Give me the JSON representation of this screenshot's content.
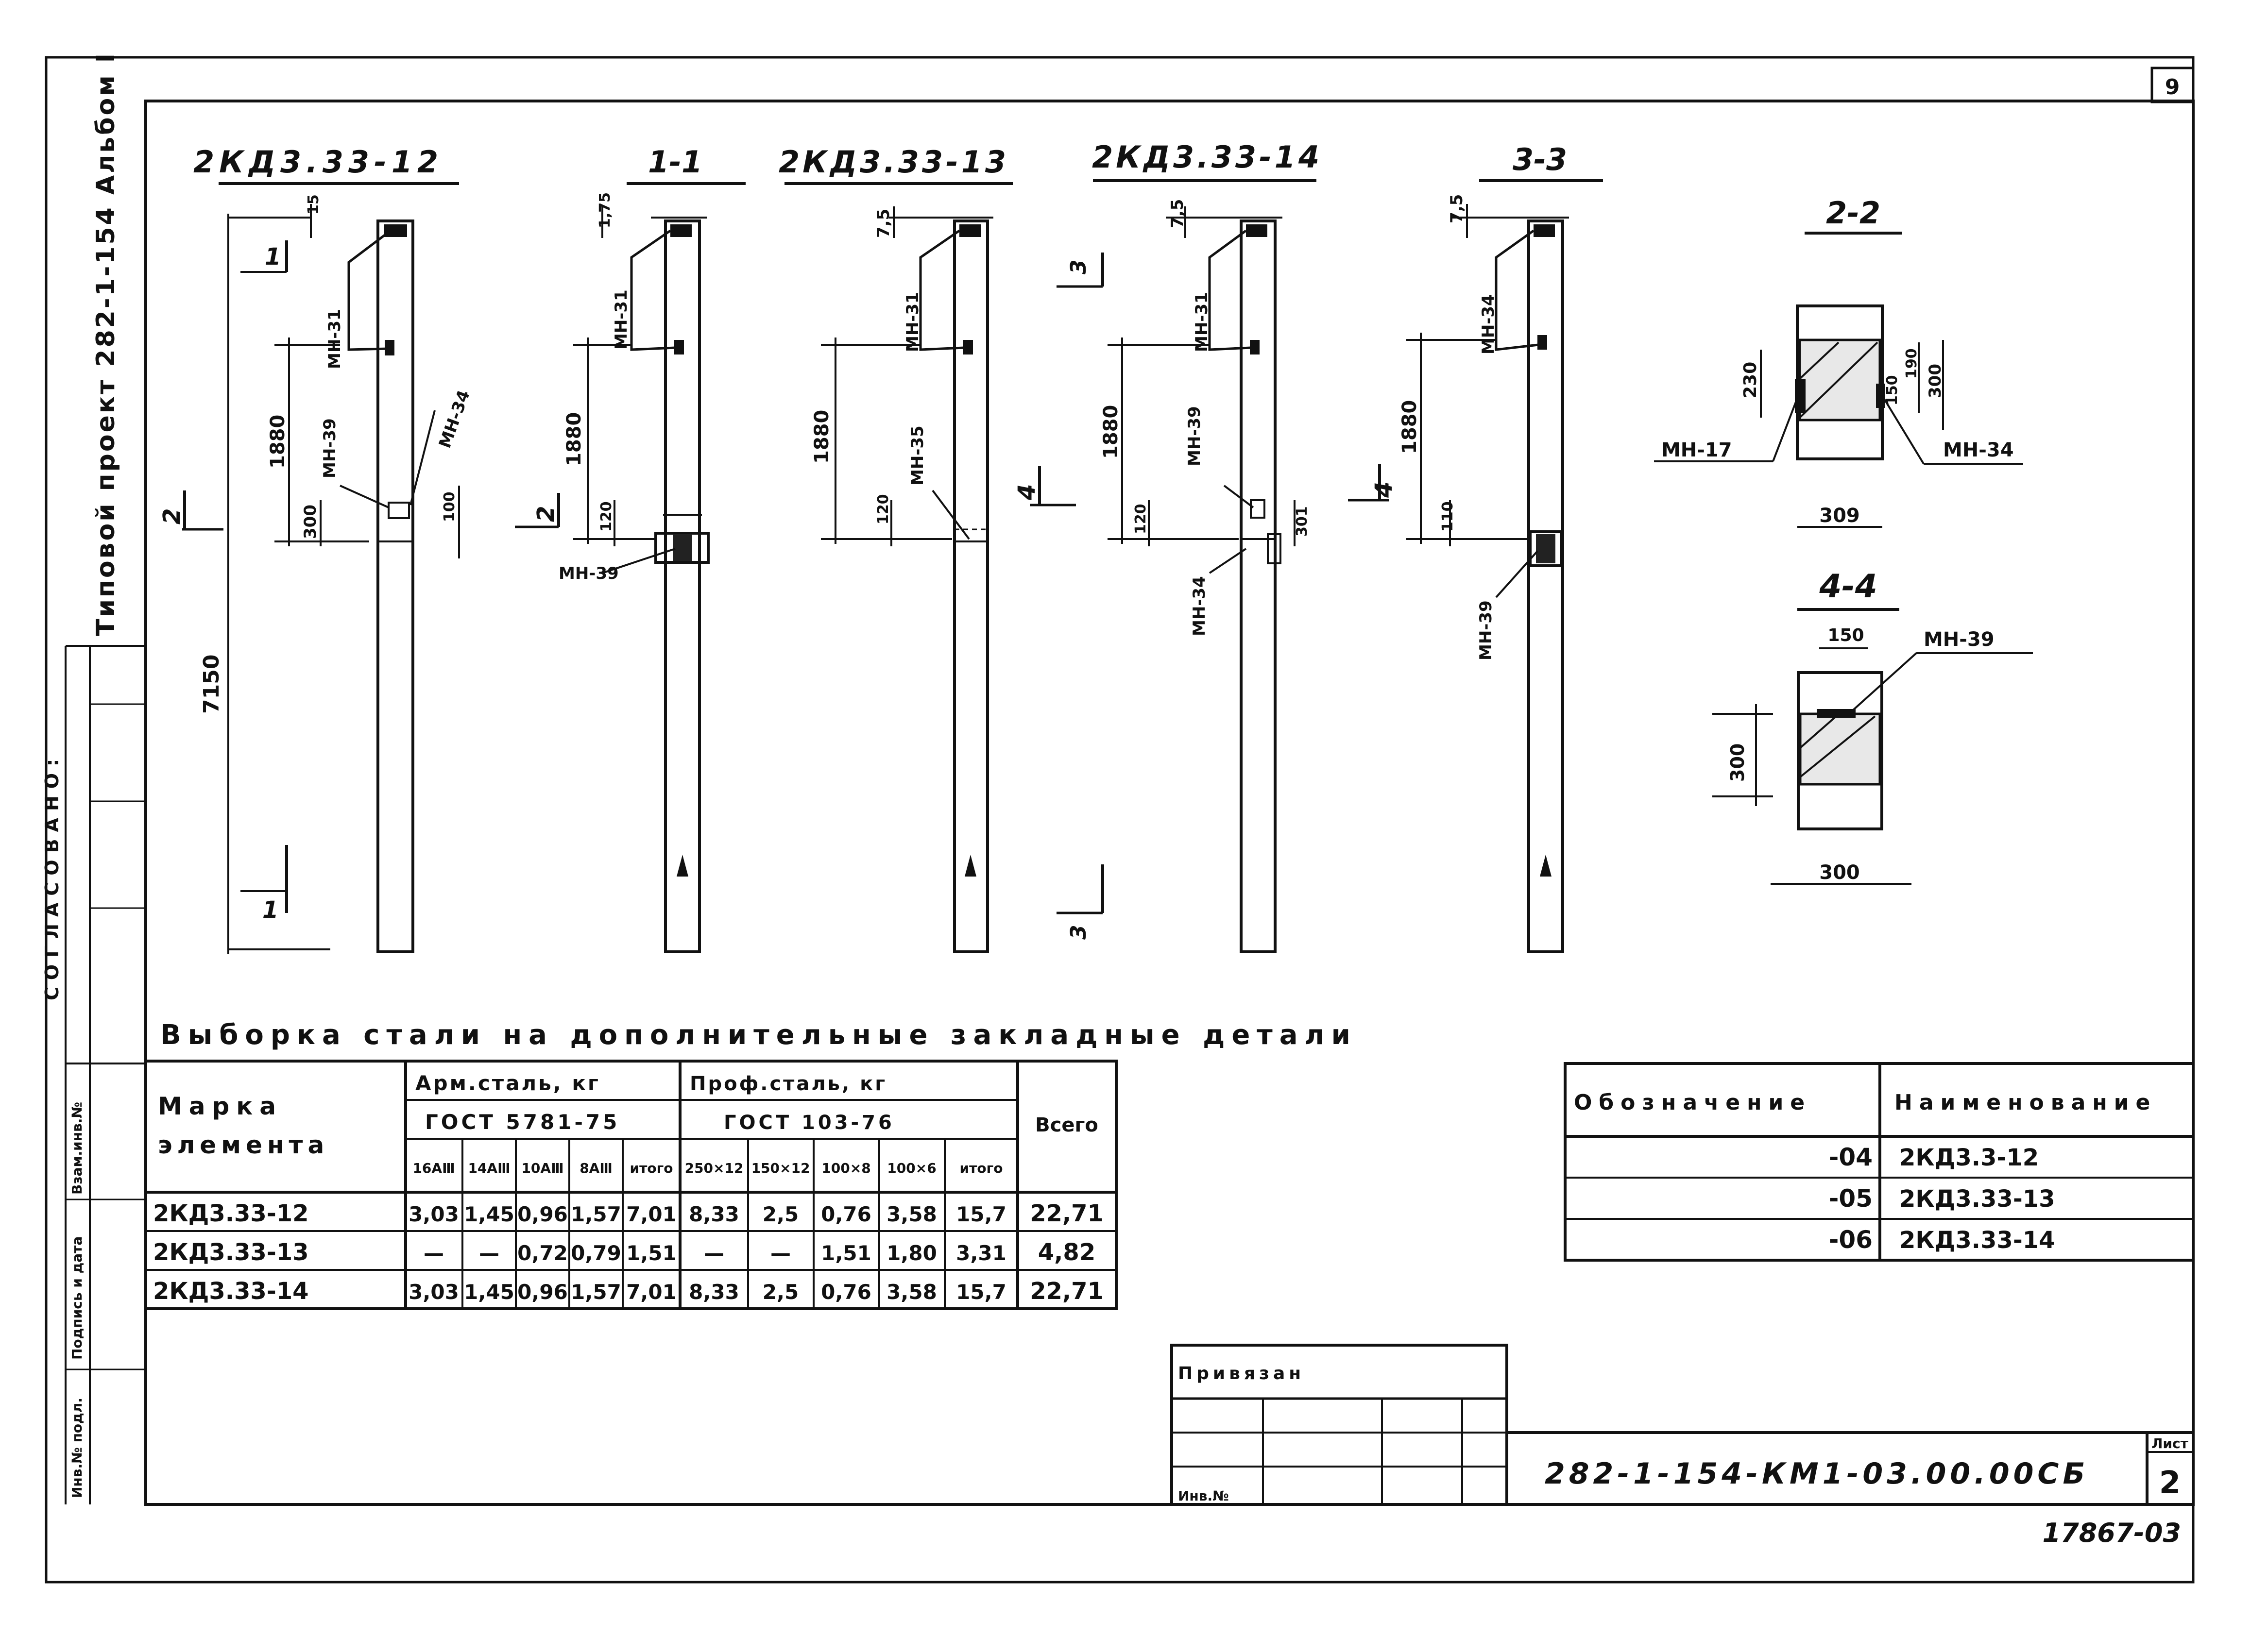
{
  "sheet": {
    "page_number": "9",
    "album_vertical": "Типовой проект 282-1-154 Альбом I",
    "agreed_label": "СОГЛАСОВАНО:",
    "stamp_col1": "Инв.№ подл.",
    "stamp_col2": "Подпись и дата",
    "stamp_col3": "Взам.инв.№",
    "archive_number": "17867-03"
  },
  "drawings": {
    "elem1_title": "2КД3.33-12",
    "sec11_title": "1-1",
    "elem2_title": "2КД3.33-13",
    "elem3_title": "2КД3.33-14",
    "sec33_title": "3-3",
    "sec22_title": "2-2",
    "sec44_title": "4-4",
    "dims": {
      "d15": "15",
      "d175": "1,75",
      "d75": "7,5",
      "d1880": "1880",
      "d300": "300",
      "d100": "100",
      "d120": "120",
      "d110": "110",
      "d7150": "7150",
      "d230": "230",
      "d190": "190",
      "d150": "150",
      "d309": "309",
      "d150b": "150",
      "d300b": "300",
      "d300c": "300",
      "d301": "301"
    },
    "marks": {
      "cut1": "1",
      "cut2": "2",
      "cut3": "3",
      "cut4": "4",
      "mn31": "МН-31",
      "mn39": "МН-39",
      "mn34": "МН-34",
      "mn35": "МН-35",
      "mn17": "МН-17"
    }
  },
  "steel_table": {
    "title": "Выборка стали на дополнительные закладные детали",
    "mark_header_1": "Марка",
    "mark_header_2": "элемента",
    "arm_header": "Арм.сталь, кг",
    "arm_gost": "ГОСТ 5781-75",
    "prof_header": "Проф.сталь, кг",
    "prof_gost": "ГОСТ 103-76",
    "total_header": "Всего",
    "sub_headers": [
      "16АⅢ",
      "14АⅢ",
      "10АⅢ",
      "8АⅢ",
      "итого",
      "250×12",
      "150×12",
      "100×8",
      "100×6",
      "итого"
    ],
    "rows": [
      {
        "mark": "2КД3.33-12",
        "v": [
          "3,03",
          "1,45",
          "0,96",
          "1,57",
          "7,01",
          "8,33",
          "2,5",
          "0,76",
          "3,58",
          "15,7"
        ],
        "total": "22,71"
      },
      {
        "mark": "2КД3.33-13",
        "v": [
          "—",
          "—",
          "0,72",
          "0,79",
          "1,51",
          "—",
          "—",
          "1,51",
          "1,80",
          "3,31"
        ],
        "total": "4,82"
      },
      {
        "mark": "2КД3.33-14",
        "v": [
          "3,03",
          "1,45",
          "0,96",
          "1,57",
          "7,01",
          "8,33",
          "2,5",
          "0,76",
          "3,58",
          "15,7"
        ],
        "total": "22,71"
      }
    ]
  },
  "designation_table": {
    "h_designation": "Обозначение",
    "h_name": "Наименование",
    "rows": [
      {
        "code": "-04",
        "name": "2КД3.3-12"
      },
      {
        "code": "-05",
        "name": "2КД3.33-13"
      },
      {
        "code": "-06",
        "name": "2КД3.33-14"
      }
    ]
  },
  "title_block": {
    "bound_label": "Привязан",
    "inv_label": "Инв.№",
    "doc_code": "282-1-154-КМ1-03.00.00СБ",
    "sheet_label": "Лист",
    "sheet_number": "2"
  }
}
